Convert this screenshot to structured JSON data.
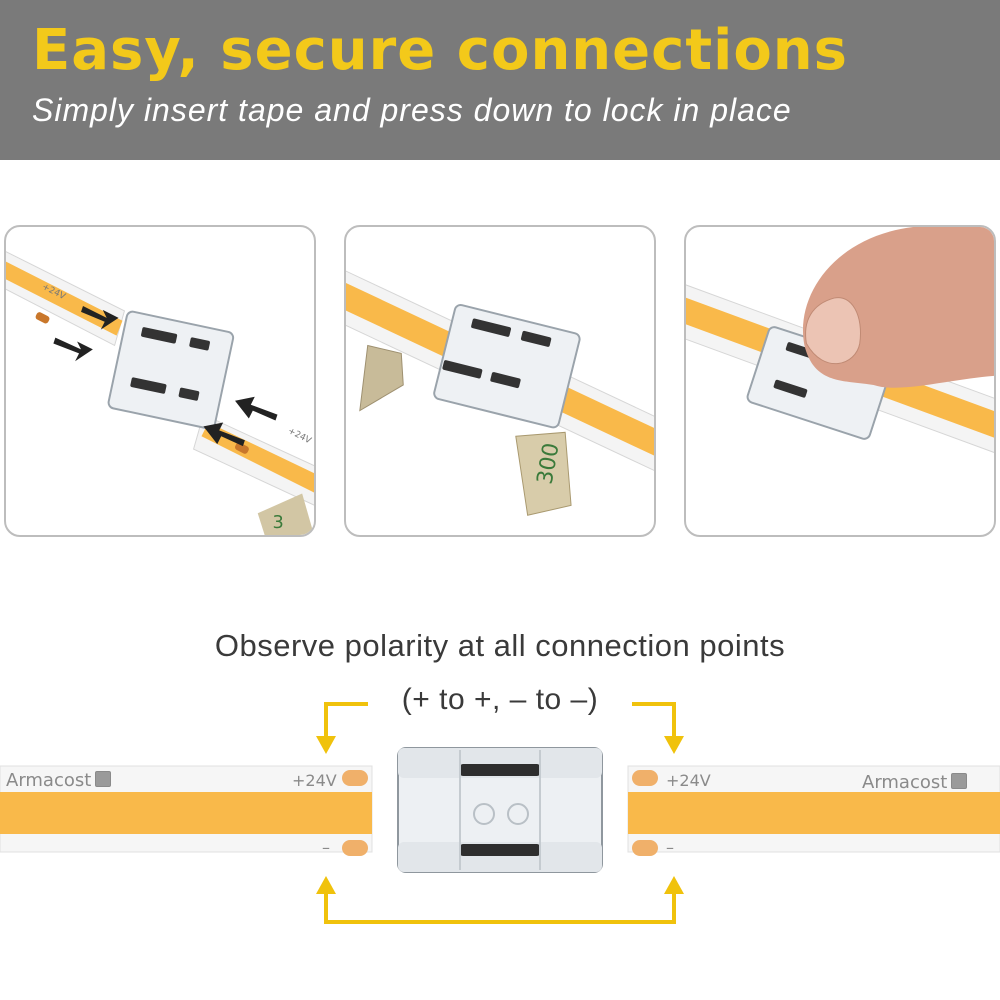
{
  "header": {
    "title": "Easy, secure connections",
    "subtitle": "Simply insert tape and press down to lock in place"
  },
  "steps": [
    {
      "name": "insert-step",
      "tape_label": "+24V"
    },
    {
      "name": "align-step"
    },
    {
      "name": "press-step"
    }
  ],
  "polarity": {
    "heading": "Observe polarity at all connection points",
    "rule": "(+ to +, – to –)"
  },
  "diagram": {
    "left_brand": "Armacost",
    "right_brand": "Armacost",
    "left_positive": "+24V",
    "right_positive": "+24V",
    "left_negative": "–",
    "right_negative": "–"
  },
  "colors": {
    "banner": "#7a7a7a",
    "accent_yellow": "#f3c91a",
    "led_strip": "#f9b94a",
    "arrow": "#f0c20c"
  }
}
